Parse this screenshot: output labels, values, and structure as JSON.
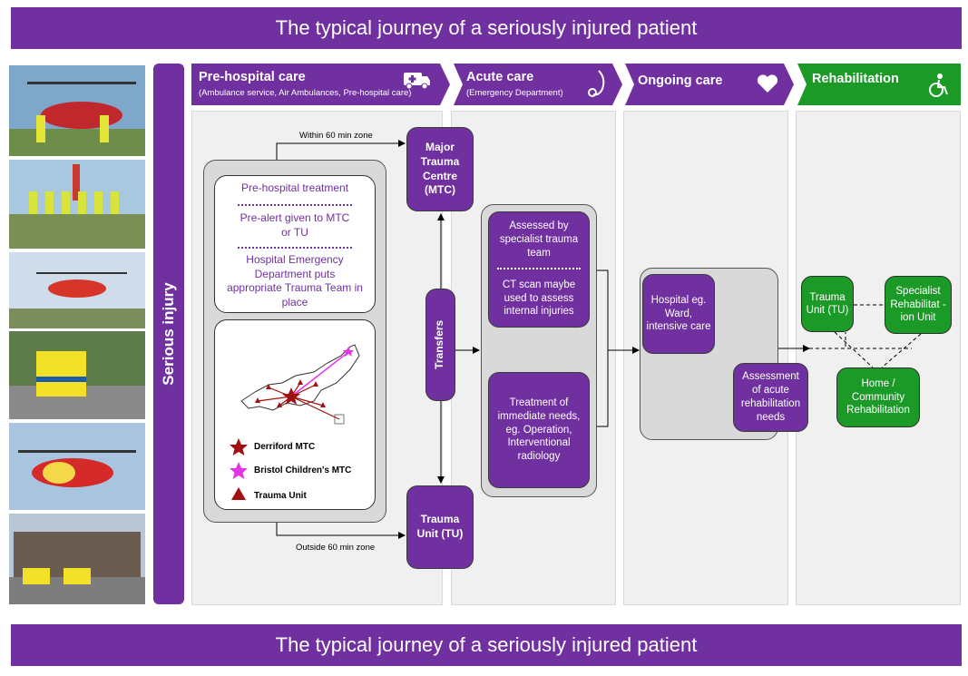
{
  "title": "The typical journey of a seriously injured patient",
  "side_label": "Serious injury",
  "stages": [
    {
      "title": "Pre-hospital care",
      "subtitle": "(Ambulance service, Air Ambulances, Pre-hospital care)",
      "icon": "ambulance-icon"
    },
    {
      "title": "Acute care",
      "subtitle": "(Emergency Department)",
      "icon": "stethoscope-icon"
    },
    {
      "title": "Ongoing care",
      "subtitle": "",
      "icon": "heart-icon"
    },
    {
      "title": "Rehabilitation",
      "subtitle": "",
      "icon": "wheelchair-icon"
    }
  ],
  "prehospital": {
    "treatment": "Pre-hospital treatment",
    "prealert": "Pre-alert given to MTC or TU",
    "hospital_ed": "Hospital Emergency Department puts appropriate Trauma Team in place"
  },
  "legend": {
    "derriford": "Derriford MTC",
    "bristol": "Bristol Children's MTC",
    "trauma_unit": "Trauma Unit"
  },
  "zones": {
    "within": "Within 60 min zone",
    "outside": "Outside 60 min zone"
  },
  "mtc": "Major Trauma Centre (MTC)",
  "tu": "Trauma Unit (TU)",
  "transfers": "Transfers",
  "acute": {
    "assessed": "Assessed by specialist trauma team",
    "ct": "CT scan maybe used to assess internal injuries",
    "treatment": "Treatment of immediate needs, eg. Operation, Interventional radiology"
  },
  "ongoing": {
    "hospital": "Hospital eg. Ward, intensive care",
    "assessment": "Assessment of acute rehabilitation needs"
  },
  "rehab": {
    "trauma_unit": "Trauma Unit (TU)",
    "specialist": "Specialist Rehabilitat -ion Unit",
    "home": "Home / Community Rehabilitation"
  },
  "colors": {
    "purple": "#7030a0",
    "green": "#1c9a27",
    "dark_red": "#a01010",
    "magenta": "#e633e6"
  }
}
